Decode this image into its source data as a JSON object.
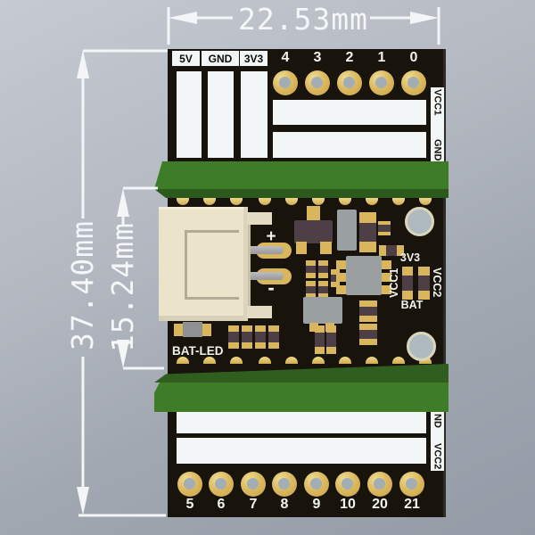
{
  "scene": {
    "description": "3D render of a small black PCB breakout board with green terminal blocks, battery connector and dimension annotations",
    "dim_width": "22.53mm",
    "dim_height": "37.40mm",
    "dim_inner": "15.24mm"
  },
  "pcb": {
    "power_labels": [
      "5V",
      "GND",
      "3V3"
    ],
    "top_pin_numbers": [
      "4",
      "3",
      "2",
      "1",
      "0"
    ],
    "right_top_vertical_labels": [
      "VCC1",
      "GND"
    ],
    "right_bottom_vertical_labels": [
      "ND",
      "VCC2"
    ],
    "bottom_pin_numbers": [
      "5",
      "6",
      "7",
      "8",
      "9",
      "10",
      "20",
      "21"
    ],
    "connector": {
      "plus": "+",
      "minus": "-"
    },
    "led_label": "BAT-LED",
    "jumper": {
      "top": "3V3",
      "left": "VCC1",
      "right": "VCC2",
      "bottom": "BAT"
    }
  },
  "colors": {
    "background_top": "#c6cad1",
    "background_bottom": "#959ba6",
    "pcb": "#18140c",
    "silkscreen": "#f2f2ee",
    "gold": "#d9b65c",
    "gold_light": "#ecd98f",
    "green_bright": "#3e7c27",
    "green_dark": "#2c591c",
    "connector_body": "#ebe3ca",
    "ic_gray": "#9aa0a2",
    "chip_dark": "#4e3e45",
    "hole_center_gray": "#a4adb4",
    "dimension_text": "#f4f6f8"
  }
}
